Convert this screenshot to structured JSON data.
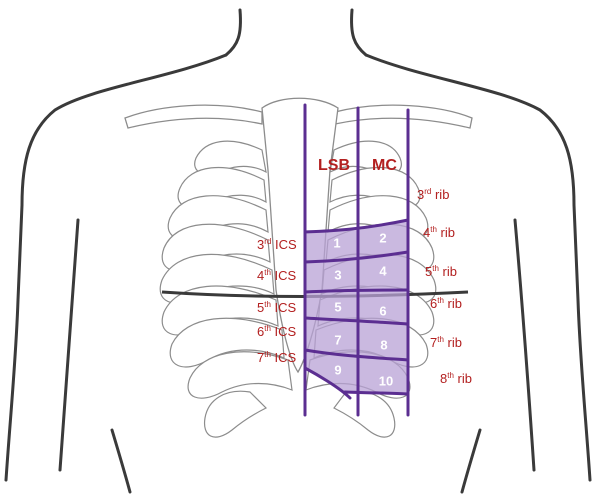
{
  "colors": {
    "accent": "#5b2e91",
    "region_fill": "#b8a1d6",
    "label_color": "#b32020"
  },
  "headers": {
    "lsb": "LSB",
    "mc": "MC"
  },
  "rib_labels": [
    {
      "ord": "3",
      "sup": "rd",
      "word": "rib"
    },
    {
      "ord": "4",
      "sup": "th",
      "word": "rib"
    },
    {
      "ord": "5",
      "sup": "th",
      "word": "rib"
    },
    {
      "ord": "6",
      "sup": "th",
      "word": "rib"
    },
    {
      "ord": "7",
      "sup": "th",
      "word": "rib"
    },
    {
      "ord": "8",
      "sup": "th",
      "word": "rib"
    }
  ],
  "ics_labels": [
    {
      "ord": "3",
      "sup": "rd",
      "word": "ICS"
    },
    {
      "ord": "4",
      "sup": "th",
      "word": "ICS"
    },
    {
      "ord": "5",
      "sup": "th",
      "word": "ICS"
    },
    {
      "ord": "6",
      "sup": "th",
      "word": "ICS"
    },
    {
      "ord": "7",
      "sup": "th",
      "word": "ICS"
    }
  ],
  "region_numbers": [
    "1",
    "2",
    "3",
    "4",
    "5",
    "6",
    "7",
    "8",
    "9",
    "10"
  ]
}
